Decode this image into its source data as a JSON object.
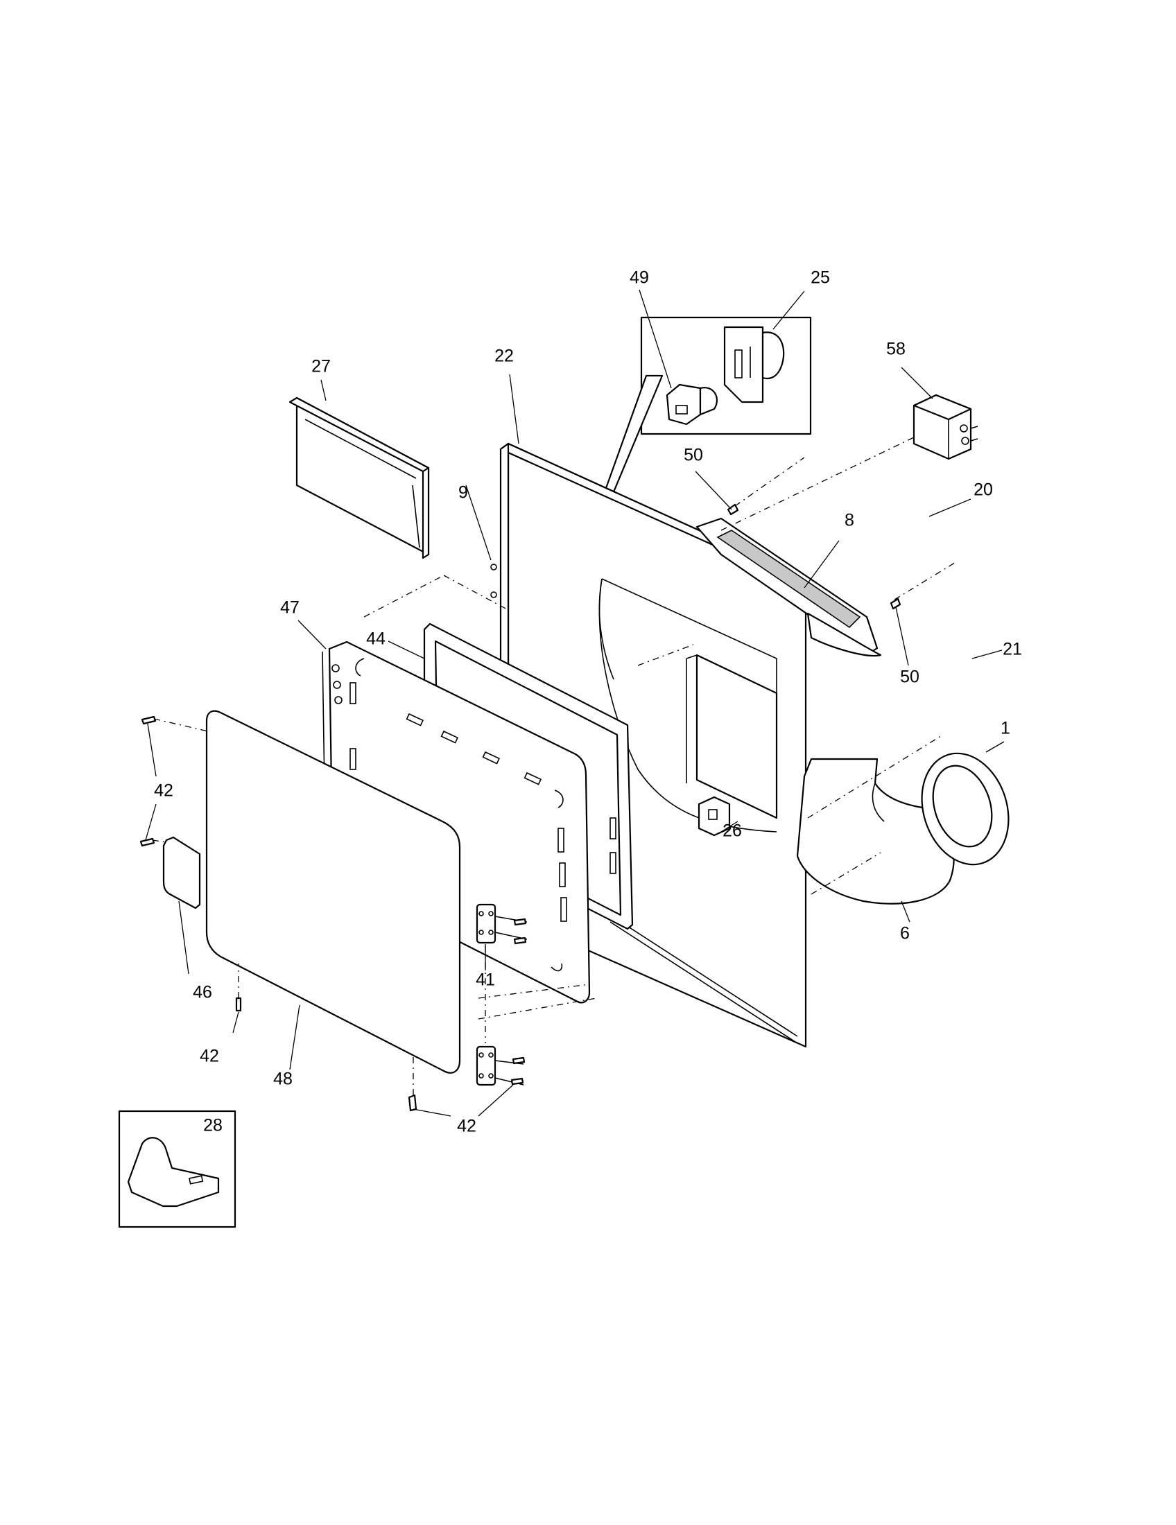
{
  "callouts": {
    "c1": "1",
    "c6": "6",
    "c8": "8",
    "c9": "9",
    "c20": "20",
    "c21": "21",
    "c22": "22",
    "c25": "25",
    "c26": "26",
    "c27": "27",
    "c28": "28",
    "c41": "41",
    "c42a": "42",
    "c42b": "42",
    "c42c": "42",
    "c44": "44",
    "c46": "46",
    "c47": "47",
    "c48": "48",
    "c49": "49",
    "c50a": "50",
    "c50b": "50",
    "c58": "58"
  }
}
